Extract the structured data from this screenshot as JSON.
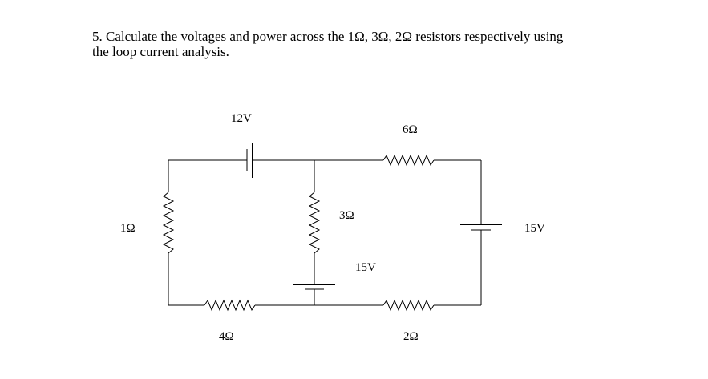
{
  "question": {
    "line1": "5. Calculate the voltages and power across the 1Ω, 3Ω, 2Ω resistors respectively using",
    "line2": "the loop current analysis."
  },
  "labels": {
    "battery_top": "12V",
    "resistor_6": "6Ω",
    "resistor_1": "1Ω",
    "resistor_3": "3Ω",
    "battery_right": "15V",
    "battery_middle": "15V",
    "resistor_4": "4Ω",
    "resistor_2": "2Ω"
  }
}
